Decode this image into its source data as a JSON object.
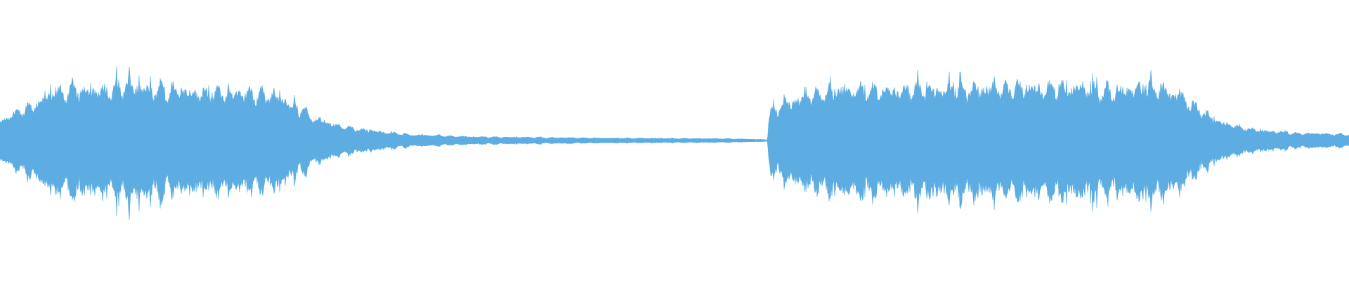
{
  "waveform": {
    "color": "#5DADE2",
    "background": "#FFFFFF",
    "envelope": [
      {
        "t": 0.0,
        "amp": 0.06
      },
      {
        "t": 0.01,
        "amp": 0.09
      },
      {
        "t": 0.025,
        "amp": 0.12
      },
      {
        "t": 0.04,
        "amp": 0.16
      },
      {
        "t": 0.055,
        "amp": 0.17
      },
      {
        "t": 0.08,
        "amp": 0.17
      },
      {
        "t": 0.095,
        "amp": 0.19
      },
      {
        "t": 0.11,
        "amp": 0.17
      },
      {
        "t": 0.13,
        "amp": 0.17
      },
      {
        "t": 0.16,
        "amp": 0.16
      },
      {
        "t": 0.19,
        "amp": 0.16
      },
      {
        "t": 0.205,
        "amp": 0.15
      },
      {
        "t": 0.215,
        "amp": 0.12
      },
      {
        "t": 0.225,
        "amp": 0.1
      },
      {
        "t": 0.235,
        "amp": 0.07
      },
      {
        "t": 0.25,
        "amp": 0.05
      },
      {
        "t": 0.27,
        "amp": 0.035
      },
      {
        "t": 0.3,
        "amp": 0.02
      },
      {
        "t": 0.35,
        "amp": 0.012
      },
      {
        "t": 0.45,
        "amp": 0.008
      },
      {
        "t": 0.54,
        "amp": 0.006
      },
      {
        "t": 0.56,
        "amp": 0.004
      },
      {
        "t": 0.569,
        "amp": 0.003
      },
      {
        "t": 0.57,
        "amp": 0.09
      },
      {
        "t": 0.58,
        "amp": 0.12
      },
      {
        "t": 0.6,
        "amp": 0.15
      },
      {
        "t": 0.62,
        "amp": 0.17
      },
      {
        "t": 0.68,
        "amp": 0.17
      },
      {
        "t": 0.75,
        "amp": 0.18
      },
      {
        "t": 0.82,
        "amp": 0.17
      },
      {
        "t": 0.86,
        "amp": 0.18
      },
      {
        "t": 0.875,
        "amp": 0.15
      },
      {
        "t": 0.89,
        "amp": 0.1
      },
      {
        "t": 0.905,
        "amp": 0.06
      },
      {
        "t": 0.93,
        "amp": 0.035
      },
      {
        "t": 0.96,
        "amp": 0.025
      },
      {
        "t": 1.0,
        "amp": 0.02
      }
    ]
  }
}
